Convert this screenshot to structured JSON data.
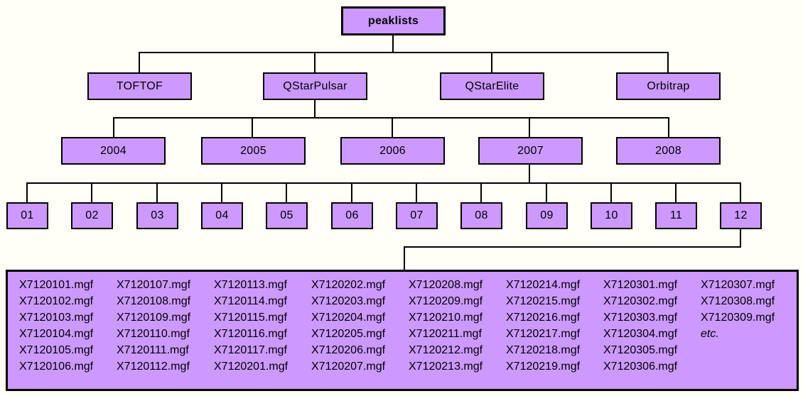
{
  "diagram": {
    "root": "peaklists",
    "instruments": [
      "TOFTOF",
      "QStarPulsar",
      "QStarElite",
      "Orbitrap"
    ],
    "years": [
      "2004",
      "2005",
      "2006",
      "2007",
      "2008"
    ],
    "months": [
      "01",
      "02",
      "03",
      "04",
      "05",
      "06",
      "07",
      "08",
      "09",
      "10",
      "11",
      "12"
    ],
    "files": {
      "rows": [
        [
          "X7120101.mgf",
          "X7120107.mgf",
          "X7120113.mgf",
          "X7120202.mgf",
          "X7120208.mgf",
          "X7120214.mgf",
          "X7120301.mgf",
          "X7120307.mgf"
        ],
        [
          "X7120102.mgf",
          "X7120108.mgf",
          "X7120114.mgf",
          "X7120203.mgf",
          "X7120209.mgf",
          "X7120215.mgf",
          "X7120302.mgf",
          "X7120308.mgf"
        ],
        [
          "X7120103.mgf",
          "X7120109.mgf",
          "X7120115.mgf",
          "X7120204.mgf",
          "X7120210.mgf",
          "X7120216.mgf",
          "X7120303.mgf",
          "X7120309.mgf"
        ],
        [
          "X7120104.mgf",
          "X7120110.mgf",
          "X7120116.mgf",
          "X7120205.mgf",
          "X7120211.mgf",
          "X7120217.mgf",
          "X7120304.mgf",
          "etc."
        ],
        [
          "X7120105.mgf",
          "X7120111.mgf",
          "X7120117.mgf",
          "X7120206.mgf",
          "X7120212.mgf",
          "X7120218.mgf",
          "X7120305.mgf",
          ""
        ],
        [
          "X7120106.mgf",
          "X7120112.mgf",
          "X7120201.mgf",
          "X7120207.mgf",
          "X7120213.mgf",
          "X7120219.mgf",
          "X7120306.mgf",
          ""
        ]
      ]
    },
    "colors": {
      "box_fill": "#cc99ff",
      "box_border": "#000000",
      "background": "#fffff7"
    }
  }
}
